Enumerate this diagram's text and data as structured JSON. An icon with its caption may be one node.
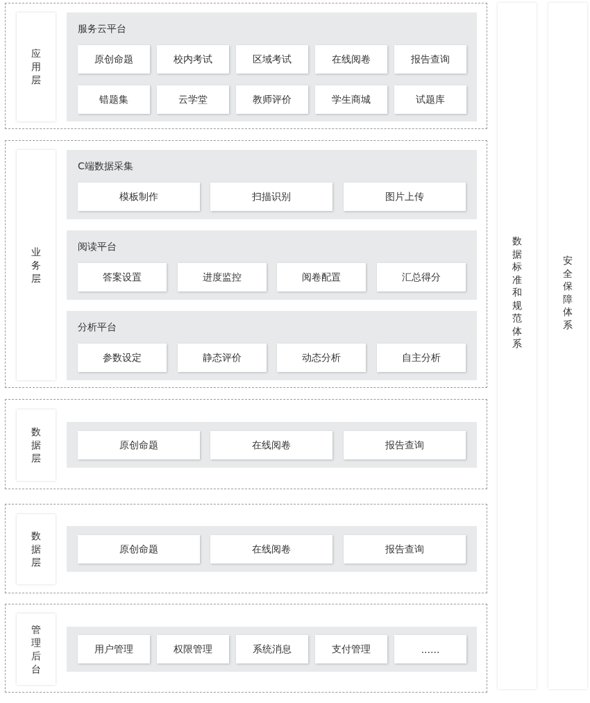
{
  "diagram": {
    "nodes": [
      {
        "text": [],
        "shape": "box"
      },
      {
        "text": [
          "应用层"
        ],
        "in": 0
      },
      {
        "text": [
          "服务云平台"
        ],
        "in": 0
      },
      {
        "text": [
          "原创命题"
        ],
        "in": 2
      },
      {
        "text": [
          "校内考试"
        ],
        "in": 2
      },
      {
        "text": [
          "区域考试"
        ],
        "in": 2
      },
      {
        "text": [
          "在线阅卷"
        ],
        "in": 2
      },
      {
        "text": [
          "报告查询"
        ],
        "in": 2
      },
      {
        "text": [
          "错题集"
        ],
        "in": 2
      },
      {
        "text": [
          "云学堂"
        ],
        "in": 2
      },
      {
        "text": [
          "教师评价"
        ],
        "in": 2
      },
      {
        "text": [
          "学生商城"
        ],
        "in": 2
      },
      {
        "text": [
          "试题库"
        ],
        "in": 2
      },
      {
        "text": [],
        "shape": "box"
      },
      {
        "text": [
          "业务层"
        ],
        "in": 13
      },
      {
        "text": [
          "C端数据采集"
        ],
        "in": 13
      },
      {
        "text": [
          "模板制作"
        ],
        "in": 15
      },
      {
        "text": [
          "扫描识别"
        ],
        "in": 15
      },
      {
        "text": [
          "图片上传"
        ],
        "in": 15
      },
      {
        "text": [
          "阅读平台"
        ],
        "in": 13
      },
      {
        "text": [
          "答案设置"
        ],
        "in": 19
      },
      {
        "text": [
          "进度监控"
        ],
        "in": 19
      },
      {
        "text": [
          "阅卷配置"
        ],
        "in": 19
      },
      {
        "text": [
          "汇总得分"
        ],
        "in": 19
      },
      {
        "text": [
          "分析平台"
        ],
        "in": 13
      },
      {
        "text": [
          "参数设定"
        ],
        "in": 24
      },
      {
        "text": [
          "静态评价"
        ],
        "in": 24
      },
      {
        "text": [
          "动态分析"
        ],
        "in": 24
      },
      {
        "text": [
          "自主分析"
        ],
        "in": 24
      },
      {
        "text": [],
        "shape": "box"
      },
      {
        "text": [
          "数据层"
        ],
        "in": 29
      },
      {
        "text": [],
        "shape": "box",
        "in": 29
      },
      {
        "text": [
          "原创命题"
        ],
        "in": 31
      },
      {
        "text": [
          "在线阅卷"
        ],
        "in": 31
      },
      {
        "text": [
          "报告查询"
        ],
        "in": 31
      },
      {
        "text": [],
        "shape": "box"
      },
      {
        "text": [
          "数据层"
        ],
        "in": 35
      },
      {
        "text": [],
        "shape": "box",
        "in": 35
      },
      {
        "text": [
          "原创命题"
        ],
        "in": 37
      },
      {
        "text": [
          "在线阅卷"
        ],
        "in": 37
      },
      {
        "text": [
          "报告查询"
        ],
        "in": 37
      },
      {
        "text": [],
        "shape": "box"
      },
      {
        "text": [
          "管理后台"
        ],
        "in": 41
      },
      {
        "text": [],
        "shape": "box",
        "in": 41
      },
      {
        "text": [
          "用户管理"
        ],
        "in": 43
      },
      {
        "text": [
          "权限管理"
        ],
        "in": 43
      },
      {
        "text": [
          "系统消息"
        ],
        "in": 43
      },
      {
        "text": [
          "支付管理"
        ],
        "in": 43
      },
      {
        "text": [
          "......"
        ],
        "in": 43
      },
      {
        "text": [
          "数据标准和规范体系"
        ]
      },
      {
        "text": [
          "安全保障体系"
        ]
      }
    ]
  }
}
